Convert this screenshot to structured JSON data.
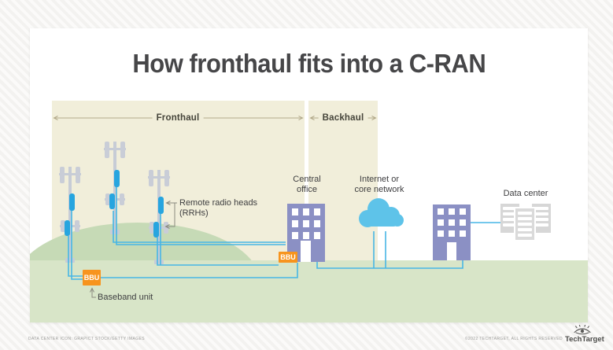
{
  "title": "How fronthaul fits into a C-RAN",
  "regions": {
    "fronthaul": "Fronthaul",
    "backhaul": "Backhaul"
  },
  "labels": {
    "rrh_line1": "Remote radio heads",
    "rrh_line2": "(RRHs)",
    "bbu": "BBU",
    "baseband_unit": "Baseband unit",
    "central_office_line1": "Central",
    "central_office_line2": "office",
    "internet_line1": "Internet or",
    "internet_line2": "core network",
    "data_center": "Data center"
  },
  "footer": {
    "credit_left": "DATA CENTER ICON: GRAPICT STOCK/GETTY IMAGES",
    "copyright": "©2022 TECHTARGET, ALL RIGHTS RESERVED",
    "brand": "TechTarget"
  },
  "colors": {
    "panel_beige": "#f1eeda",
    "grass_green": "#d8e5c8",
    "hill_green": "#c6dab6",
    "fiber_blue": "#47b6e5",
    "rrh_blue": "#27a5df",
    "building_purple": "#8b90c4",
    "cloud_blue": "#5ec3e9",
    "bbu_orange": "#f7941e",
    "tower_gray": "#c7ccd6",
    "arrow_tan": "#b2a98a",
    "title_gray": "#464648"
  }
}
